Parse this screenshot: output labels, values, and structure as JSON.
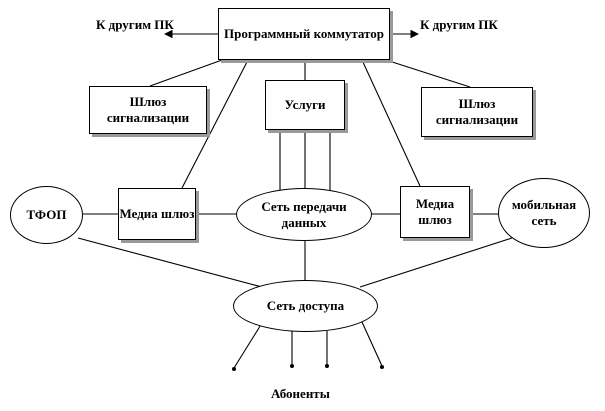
{
  "nodes": {
    "softswitch": "Программный коммутатор",
    "services": "Услуги",
    "signaling_gw_left": "Шлюз сигнализации",
    "signaling_gw_right": "Шлюз сигнализации",
    "media_gw_left": "Медиа шлюз",
    "media_gw_right": "Медиа шлюз",
    "pstn": "ТФОП",
    "data_network": "Сеть передачи данных",
    "mobile_network": "мобильная сеть",
    "access_network": "Сеть доступа"
  },
  "labels": {
    "to_other_pc_left": "К другим ПК",
    "to_other_pc_right": "К другим ПК",
    "subscribers": "Абоненты"
  }
}
